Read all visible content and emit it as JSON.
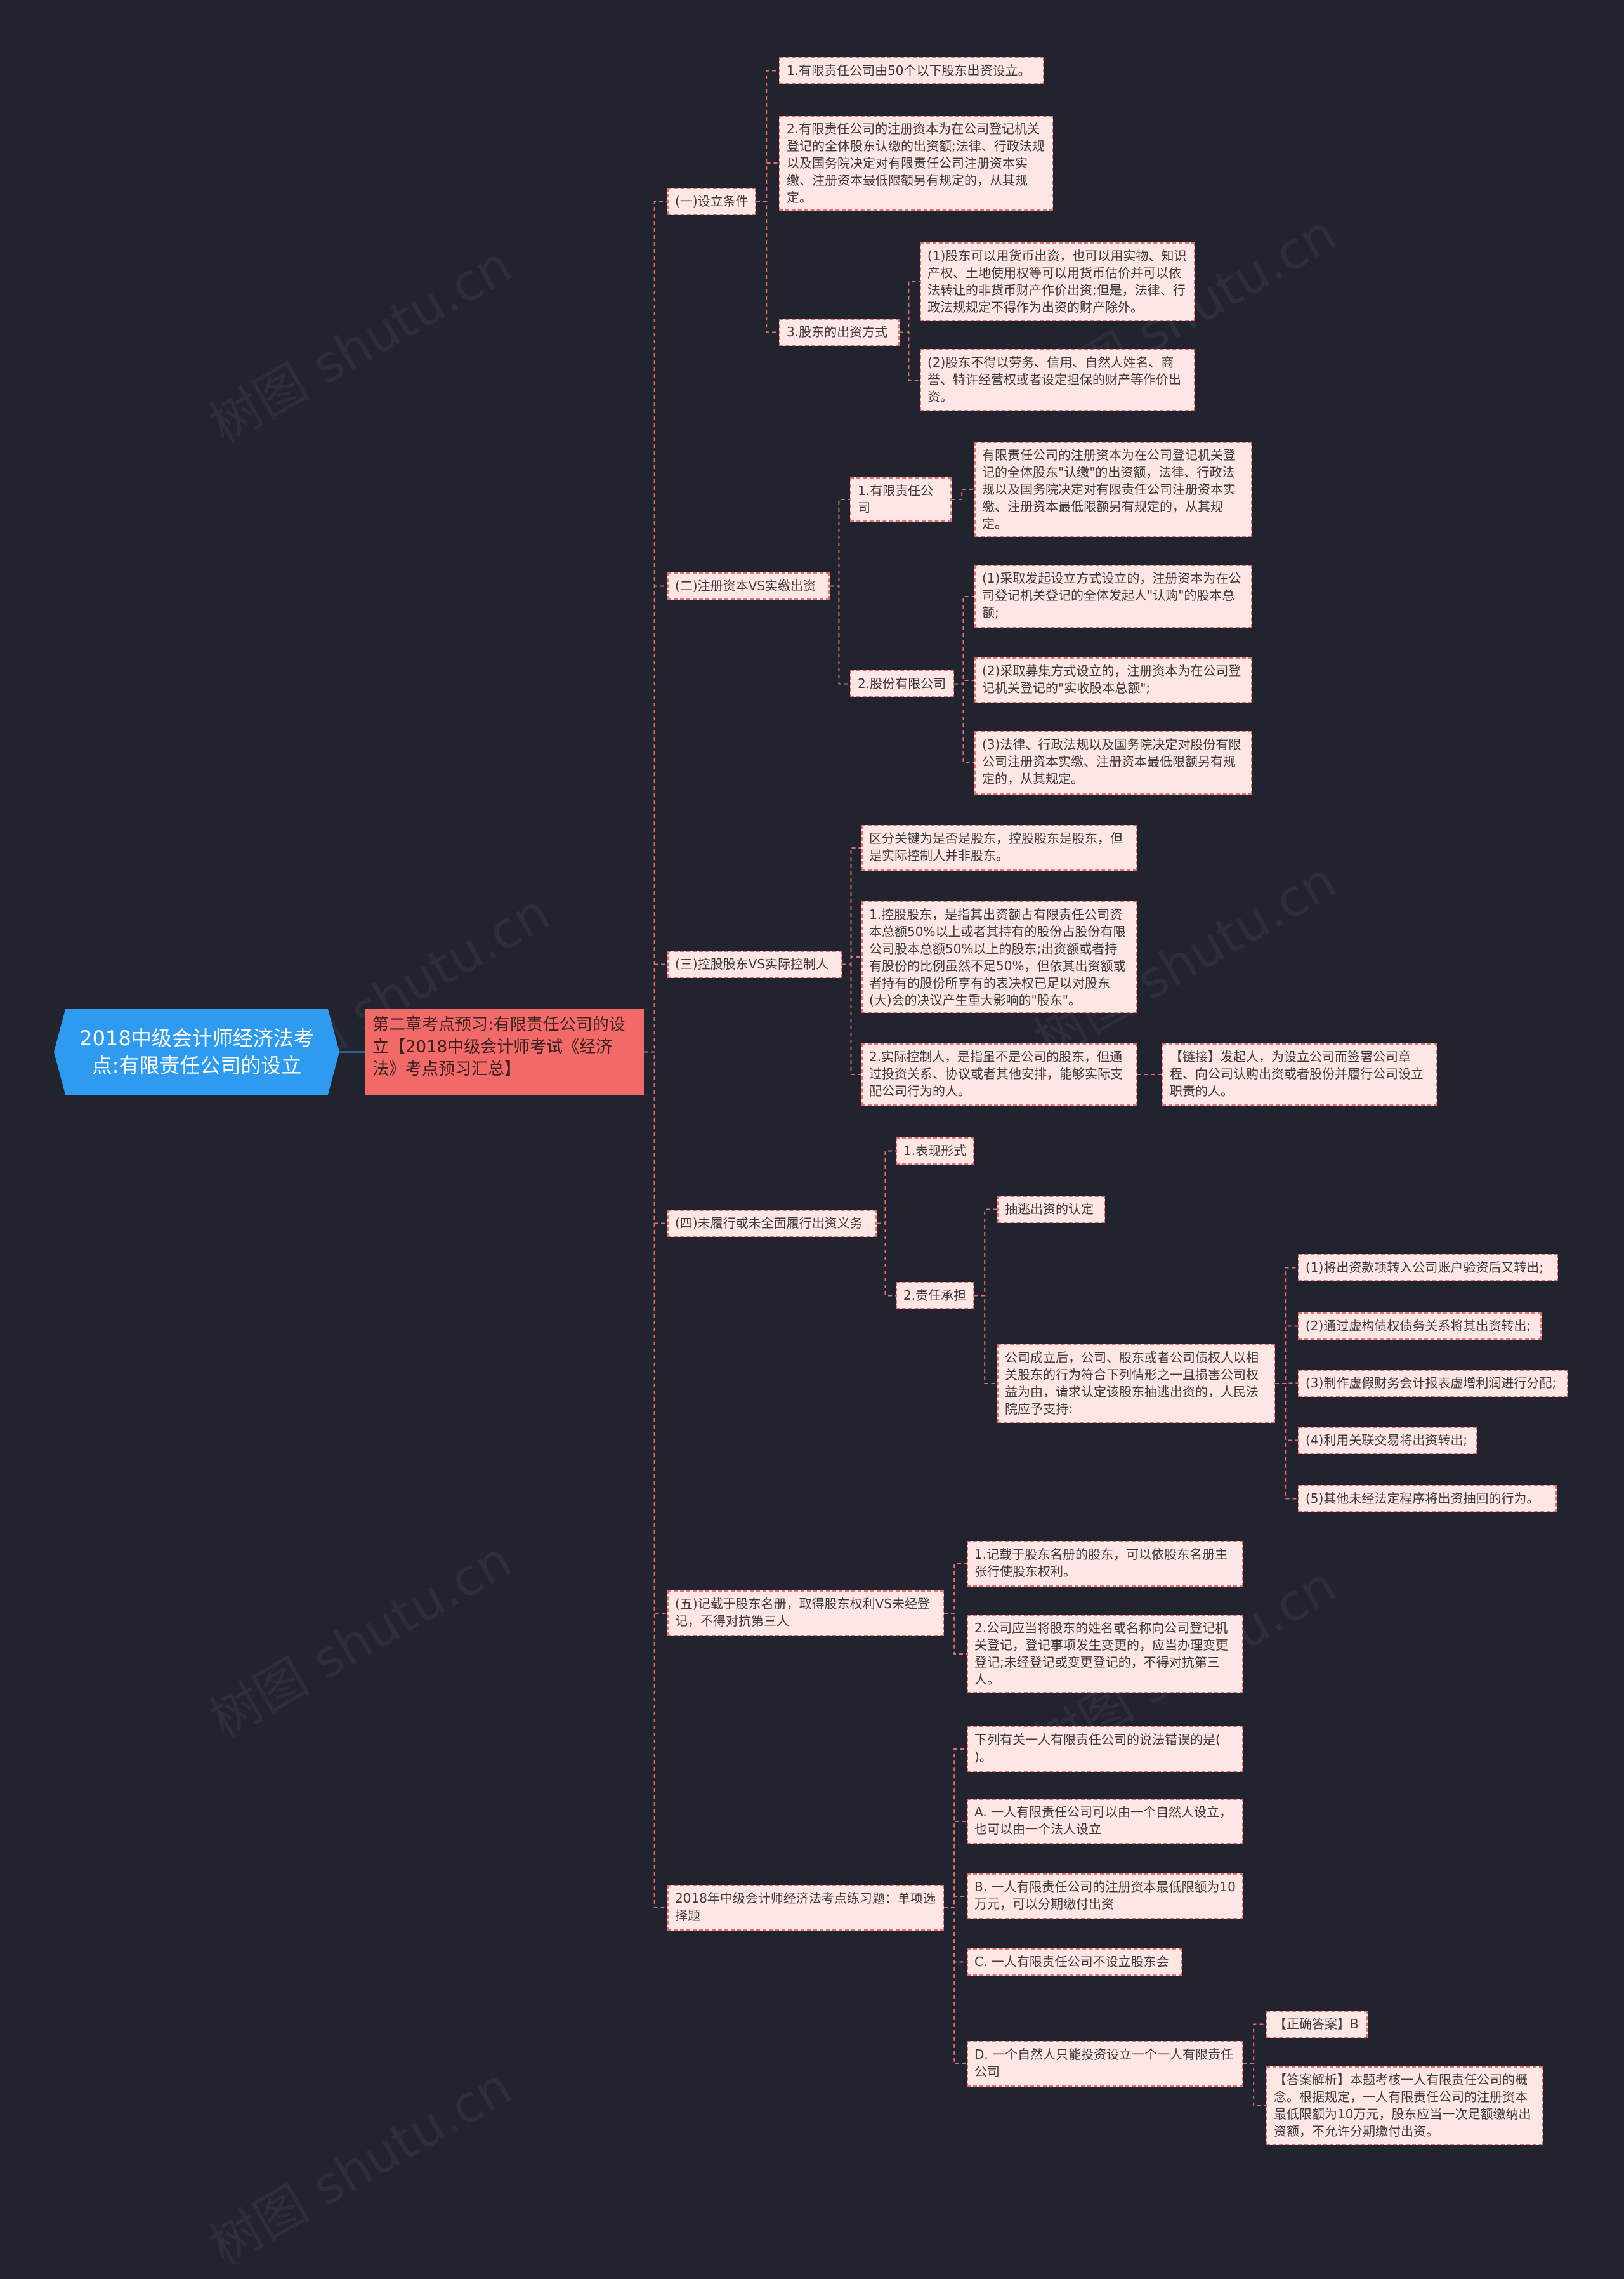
{
  "watermark": "树图 shutu.cn",
  "root": "2018中级会计师经济法考点:有限责任公司的设立",
  "main": "第二章考点预习:有限责任公司的设立【2018中级会计师考试《经济法》考点预习汇总】",
  "s1": {
    "title": "(一)设立条件",
    "i1": "1.有限责任公司由50个以下股东出资设立。",
    "i2": "2.有限责任公司的注册资本为在公司登记机关登记的全体股东认缴的出资额;法律、行政法规以及国务院决定对有限责任公司注册资本实缴、注册资本最低限额另有规定的，从其规定。",
    "i3": "3.股东的出资方式",
    "i3a": "(1)股东可以用货币出资，也可以用实物、知识产权、土地使用权等可以用货币估价并可以依法转让的非货币财产作价出资;但是，法律、行政法规规定不得作为出资的财产除外。",
    "i3b": "(2)股东不得以劳务、信用、自然人姓名、商誉、特许经营权或者设定担保的财产等作价出资。"
  },
  "s2": {
    "title": "(二)注册资本VS实缴出资",
    "a": "1.有限责任公司",
    "a1": "有限责任公司的注册资本为在公司登记机关登记的全体股东\"认缴\"的出资额，法律、行政法规以及国务院决定对有限责任公司注册资本实缴、注册资本最低限额另有规定的，从其规定。",
    "b": "2.股份有限公司",
    "b1": "(1)采取发起设立方式设立的，注册资本为在公司登记机关登记的全体发起人\"认购\"的股本总额;",
    "b2": "(2)采取募集方式设立的，注册资本为在公司登记机关登记的\"实收股本总额\";",
    "b3": "(3)法律、行政法规以及国务院决定对股份有限公司注册资本实缴、注册资本最低限额另有规定的，从其规定。"
  },
  "s3": {
    "title": "(三)控股股东VS实际控制人",
    "i0": "区分关键为是否是股东，控股股东是股东，但是实际控制人并非股东。",
    "i1": "1.控股股东，是指其出资额占有限责任公司资本总额50%以上或者其持有的股份占股份有限公司股本总额50%以上的股东;出资额或者持有股份的比例虽然不足50%，但依其出资额或者持有的股份所享有的表决权已足以对股东(大)会的决议产生重大影响的\"股东\"。",
    "i2": "2.实际控制人，是指虽不是公司的股东，但通过投资关系、协议或者其他安排，能够实际支配公司行为的人。",
    "i2a": "【链接】发起人，为设立公司而签署公司章程、向公司认购出资或者股份并履行公司设立职责的人。"
  },
  "s4": {
    "title": "(四)未履行或未全面履行出资义务",
    "a": "1.表现形式",
    "b": "2.责任承担",
    "b1": "抽逃出资的认定",
    "b2": "公司成立后，公司、股东或者公司债权人以相关股东的行为符合下列情形之一且损害公司权益为由，请求认定该股东抽逃出资的，人民法院应予支持:",
    "c1": "(1)将出资款项转入公司账户验资后又转出;",
    "c2": "(2)通过虚构债权债务关系将其出资转出;",
    "c3": "(3)制作虚假财务会计报表虚增利润进行分配;",
    "c4": "(4)利用关联交易将出资转出;",
    "c5": "(5)其他未经法定程序将出资抽回的行为。"
  },
  "s5": {
    "title": "(五)记载于股东名册，取得股东权利VS未经登记，不得对抗第三人",
    "i1": "1.记载于股东名册的股东，可以依股东名册主张行使股东权利。",
    "i2": "2.公司应当将股东的姓名或名称向公司登记机关登记，登记事项发生变更的，应当办理变更登记;未经登记或变更登记的，不得对抗第三人。"
  },
  "s6": {
    "title": "2018年中级会计师经济法考点练习题：单项选择题",
    "q": "下列有关一人有限责任公司的说法错误的是( )。",
    "a": "A. 一人有限责任公司可以由一个自然人设立，也可以由一个法人设立",
    "b": "B. 一人有限责任公司的注册资本最低限额为10万元，可以分期缴付出资",
    "c": "C. 一人有限责任公司不设立股东会",
    "d": "D. 一个自然人只能投资设立一个一人有限责任公司",
    "ans": "【正确答案】B",
    "exp": "【答案解析】本题考核一人有限责任公司的概念。根据规定，一人有限责任公司的注册资本最低限额为10万元，股东应当一次足额缴纳出资额，不允许分期缴付出资。"
  }
}
